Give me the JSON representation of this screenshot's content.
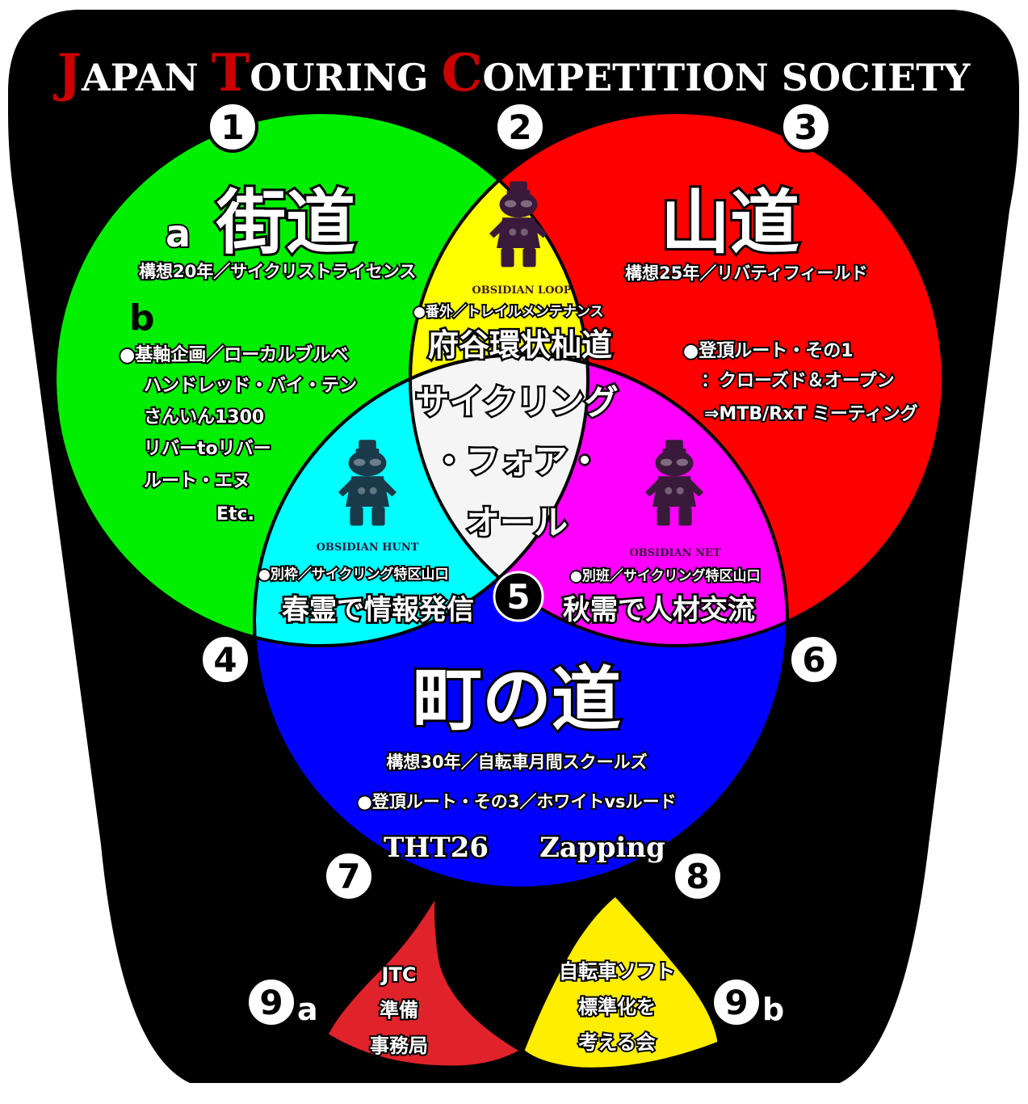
{
  "title": {
    "j": "J",
    "apan": "APAN ",
    "t": "T",
    "ouring": "OURING ",
    "c": "C",
    "ompetition": "OMPETITION SOCIETY"
  },
  "colors": {
    "green": "#00ee00",
    "red": "#ff0000",
    "blue": "#0000ff",
    "yellow": "#ffff00",
    "cyan": "#00ffff",
    "magenta": "#ff00ff",
    "center": "#f5f5f5",
    "accent_red": "#cc0000",
    "background": "#000000",
    "small_red": "#e0222a",
    "small_yellow": "#ffee00"
  },
  "numbers": {
    "n1": "1",
    "n2": "2",
    "n3": "3",
    "n4": "4",
    "n5": "5",
    "n6": "6",
    "n7": "7",
    "n8": "8",
    "n9a": "9",
    "n9a_suffix": "a",
    "n9b": "9",
    "n9b_suffix": "b"
  },
  "green_circle": {
    "marker_a": "a",
    "heading": "街道",
    "subtitle": "構想20年／サイクリストライセンス",
    "marker_b": "b",
    "items": [
      "●基軸企画／ローカルブルベ",
      "ハンドレッド・バイ・テン",
      "さんいん1300",
      "リバーtoリバー",
      "ルート・エヌ",
      "Etc."
    ]
  },
  "red_circle": {
    "heading": "山道",
    "subtitle": "構想25年／リバティフィールド",
    "items": [
      "●登頂ルート・その1",
      "：クローズド＆オープン",
      "⇒MTB/RxT ミーティング"
    ]
  },
  "blue_circle": {
    "heading": "町の道",
    "subtitle": "構想30年／自転車月間スクールズ",
    "item": "●登頂ルート・その3／ホワイトvsルード",
    "event_left": "THT26",
    "event_right": "Zapping"
  },
  "yellow_lens": {
    "logo_name": "OBSIDIAN LOOP",
    "note": "●番外／トレイルメンテナンス",
    "heading": "府谷環状杣道"
  },
  "cyan_lens": {
    "logo_name": "OBSIDIAN HUNT",
    "note": "●別枠／サイクリング特区山口",
    "heading": "春霊で情報発信"
  },
  "magenta_lens": {
    "logo_name": "OBSIDIAN NET",
    "note": "●別班／サイクリング特区山口",
    "heading": "秋需で人材交流"
  },
  "center": {
    "line1": "サイクリング",
    "line2": "・フォア・",
    "line3": "オール"
  },
  "bottom_left": {
    "line1": "JTC",
    "line2": "準備",
    "line3": "事務局"
  },
  "bottom_right": {
    "line1": "自転車ソフト",
    "line2": "標準化を",
    "line3": "考える会"
  },
  "icons": [
    "dogu-figure-icon"
  ]
}
